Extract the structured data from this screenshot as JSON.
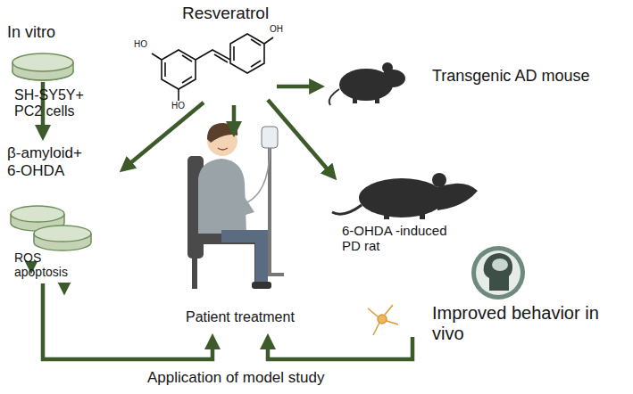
{
  "diagram": {
    "labels": [
      "Resveratrol",
      "HO",
      "OH",
      "HO",
      "In vitro",
      "Transgenic AD mouse",
      "SH-SY5Y+ PC2 cells",
      "β-amyloid+ 6-OHDA",
      "6-OHDA -induced PD rat",
      "ROS apoptosis",
      "Patient treatment",
      "Improved behavior in vivo",
      "Application of model study"
    ]
  }
}
